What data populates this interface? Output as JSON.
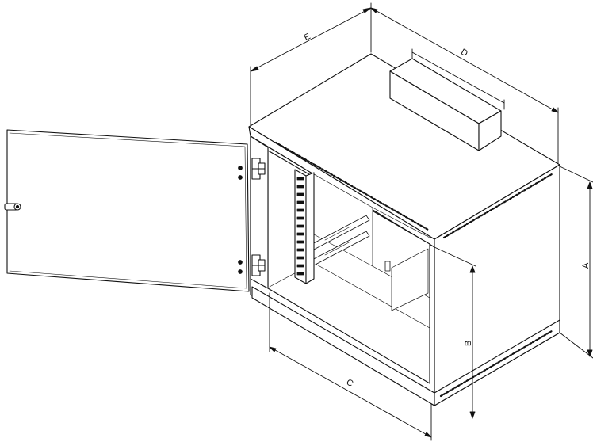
{
  "diagram": {
    "dimensions": {
      "a": "A",
      "b": "B",
      "c": "C",
      "d": "D",
      "e": "E"
    },
    "colors": {
      "line": "#111111",
      "face": "#ffffff",
      "shade": "#d9d9d9"
    }
  }
}
